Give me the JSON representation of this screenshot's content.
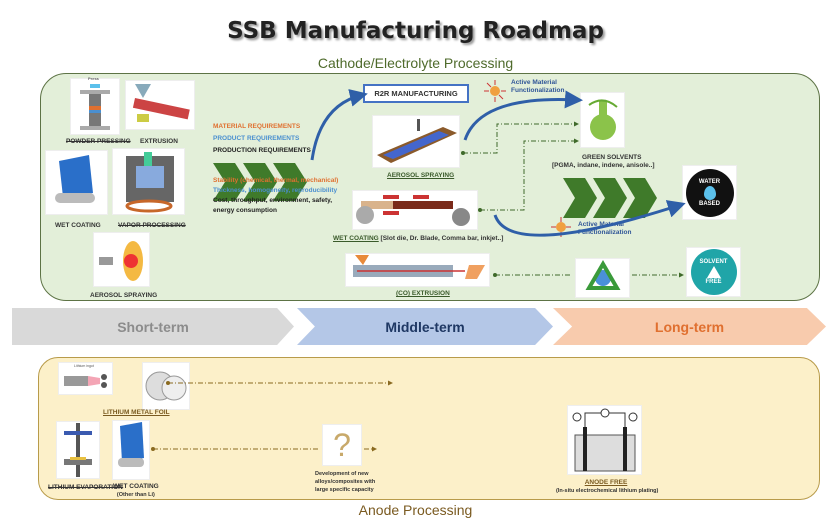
{
  "title": "SSB Manufacturing Roadmap",
  "cathode": {
    "section_title": "Cathode/Electrolyte Processing",
    "short_term": {
      "powder_pressing": "POWDER PRESSING",
      "press_label": "Press",
      "extrusion": "EXTRUSION",
      "wet_coating": "WET COATING",
      "vapor_processing": "VAPOR PROCESSING",
      "aerosol_spraying": "AEROSOL SPRAYING"
    },
    "requirements": {
      "material": "MATERIAL REQUIREMENTS",
      "product": "PRODUCT REQUIREMENTS",
      "production": "PRODUCTION REQUIREMENTS",
      "stability": "Stability (chemical, thermal, mechanical)",
      "thickness": "Thickness, homogeneity, reproducibility",
      "cost": "Cost, throughput, environment, safety,",
      "energy": "energy consumption"
    },
    "middle_term": {
      "r2r": "R2R MANUFACTURING",
      "aerosol_spraying": "AEROSOL SPRAYING",
      "wet_coating": "WET COATING",
      "wet_coating_detail": " [Slot die, Dr. Blade, Comma bar, inkjet..]",
      "co_extrusion": "(CO) EXTRUSION"
    },
    "long_term": {
      "active_material_1": "Active Material",
      "active_material_2": "Functionalization",
      "green_solvents": "GREEN SOLVENTS",
      "green_solvents_detail": "[PGMA, indane, indene, anisole..]",
      "water_top": "WATER",
      "water_bottom": "BASED",
      "solvent_top": "SOLVENT",
      "solvent_bottom": "FREE"
    }
  },
  "timeline": {
    "short": "Short-term",
    "middle": "Middle-term",
    "long": "Long-term"
  },
  "anode": {
    "section_title": "Anode Processing",
    "lithium_ingot": "Lithium ingot",
    "lithium_metal_foil": "LITHIUM METAL FOIL",
    "lithium_evaporation": "LITHIUM EVAPORATION",
    "wet_coating": "WET COATING",
    "wet_coating_detail": "(Other than Li)",
    "question": "?",
    "development_1": "Development of new",
    "development_2": "alloys/composites with",
    "development_3": "large specific capacity",
    "anode_free": "ANODE FREE",
    "anode_free_detail": "(In-situ electrochemical lithium plating)"
  },
  "colors": {
    "cathode_bg": "#e3efd9",
    "anode_bg": "#fcf0c9",
    "chevron": "#3f7a2a",
    "arrow_blue": "#2f5fa8",
    "material": "#e07030",
    "product": "#4a8fd0",
    "short": "#d9d9d9",
    "middle": "#b4c7e7",
    "long": "#f8cbad"
  }
}
